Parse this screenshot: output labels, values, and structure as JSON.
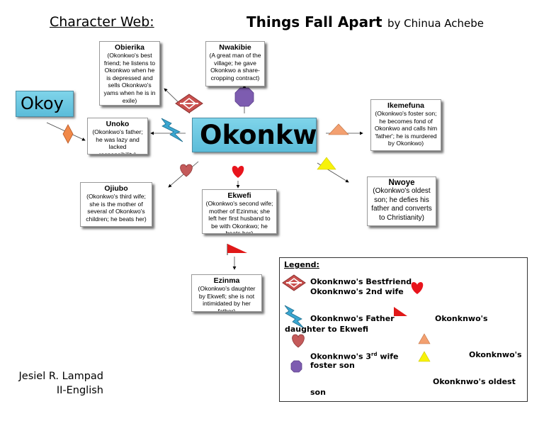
{
  "header": {
    "heading": "Character Web:",
    "title": "Things Fall Apart",
    "byline": "by Chinua Achebe"
  },
  "nodes": {
    "okoy": "Okoy",
    "okonkwo": "Okonkw",
    "obierika": {
      "name": "Obierika",
      "desc": "(Okonkwo's best friend; he listens to Okonkwo when he is depressed and sells Okonkwo's yams when he is in exile)"
    },
    "nwakibie": {
      "name": "Nwakibie",
      "desc": "(A great man of the village; he gave Okonkwo a share-cropping contract)"
    },
    "ikemefuna": {
      "name": "Ikemefuna",
      "desc": "(Okonkwo's foster son; he becomes fond of Okonkwo and calls him 'father'; he is murdered by Okonkwo)"
    },
    "unoko": {
      "name": "Unoko",
      "desc": "(Okonkwo's father; he was lazy and lacked responsibility)"
    },
    "ojiubo": {
      "name": "Ojiubo",
      "desc": "(Okonkwo's third wife; she is the mother of several of Okonkwo's children; he beats her)"
    },
    "ekwefi": {
      "name": "Ekwefi",
      "desc": "(Okonkwo's second wife; mother of Ezinma; she left her first husband to be with Okonkwo; he beats her)"
    },
    "nwoye": {
      "name": "Nwoye",
      "desc": "(Okonkwo's oldest son; he defies his father and converts to Christianity)"
    },
    "ezinma": {
      "name": "Ezinma",
      "desc": "(Okonkwo's daughter by Ekwefi; she is not intimidated by her father)"
    }
  },
  "legend": {
    "title": "Legend:",
    "bestfriend": "Okonknwo's Bestfriend",
    "second_wife": "Okonknwo's 2nd wife",
    "father": "Okonknwo's Father",
    "daughter_a": "Okonknwo's",
    "daughter_b": "daughter to Ekwefi",
    "third_wife_a": "Okonknwo's 3",
    "third_wife_sup": "rd",
    "third_wife_b": " wife",
    "foster_a": "Okonknwo's",
    "foster_b": "foster son",
    "oldest_a": "Okonknwo's oldest",
    "oldest_b": "son"
  },
  "author": {
    "name": "Jesiel R. Lampad",
    "class": "II-English"
  },
  "colors": {
    "cyan": "#6ec8e2",
    "diamond_red": "#c9504e",
    "heart_red": "#e8141c",
    "heart_dusty": "#c45a5a",
    "bolt_blue": "#3aa6d0",
    "flag_red": "#e01818",
    "octagon_purple": "#7d5cb0",
    "triangle_orange": "#f3a070",
    "triangle_yellow": "#f7f20a",
    "diamond_orange": "#f08848"
  }
}
